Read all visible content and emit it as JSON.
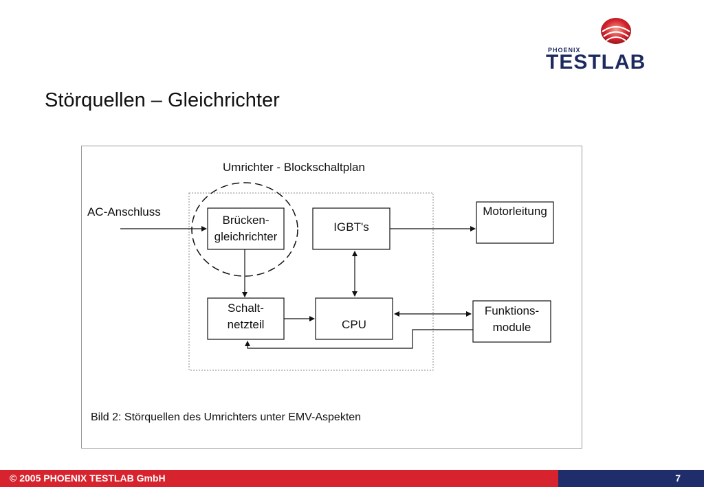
{
  "header": {
    "logo_small": "PHOENIX",
    "logo_big": "TESTLAB",
    "title": "Störquellen – Gleichrichter"
  },
  "diagram": {
    "heading": "Umrichter - Blockschaltplan",
    "ac_label": "AC-Anschluss",
    "blocks": {
      "rectifier_line1": "Brücken-",
      "rectifier_line2": "gleichrichter",
      "igbt": "IGBT's",
      "motor": "Motorleitung",
      "psu_line1": "Schalt-",
      "psu_line2": "netzteil",
      "cpu": "CPU",
      "modules_line1": "Funktions-",
      "modules_line2": "module"
    },
    "caption": "Bild 2: Störquellen des Umrichters unter EMV-Aspekten"
  },
  "footer": {
    "copyright": "© 2005 PHOENIX TESTLAB GmbH",
    "page_number": "7"
  },
  "colors": {
    "brand_red": "#d7232d",
    "brand_navy": "#1f2d6b",
    "logo_text": "#1c2a5e"
  }
}
